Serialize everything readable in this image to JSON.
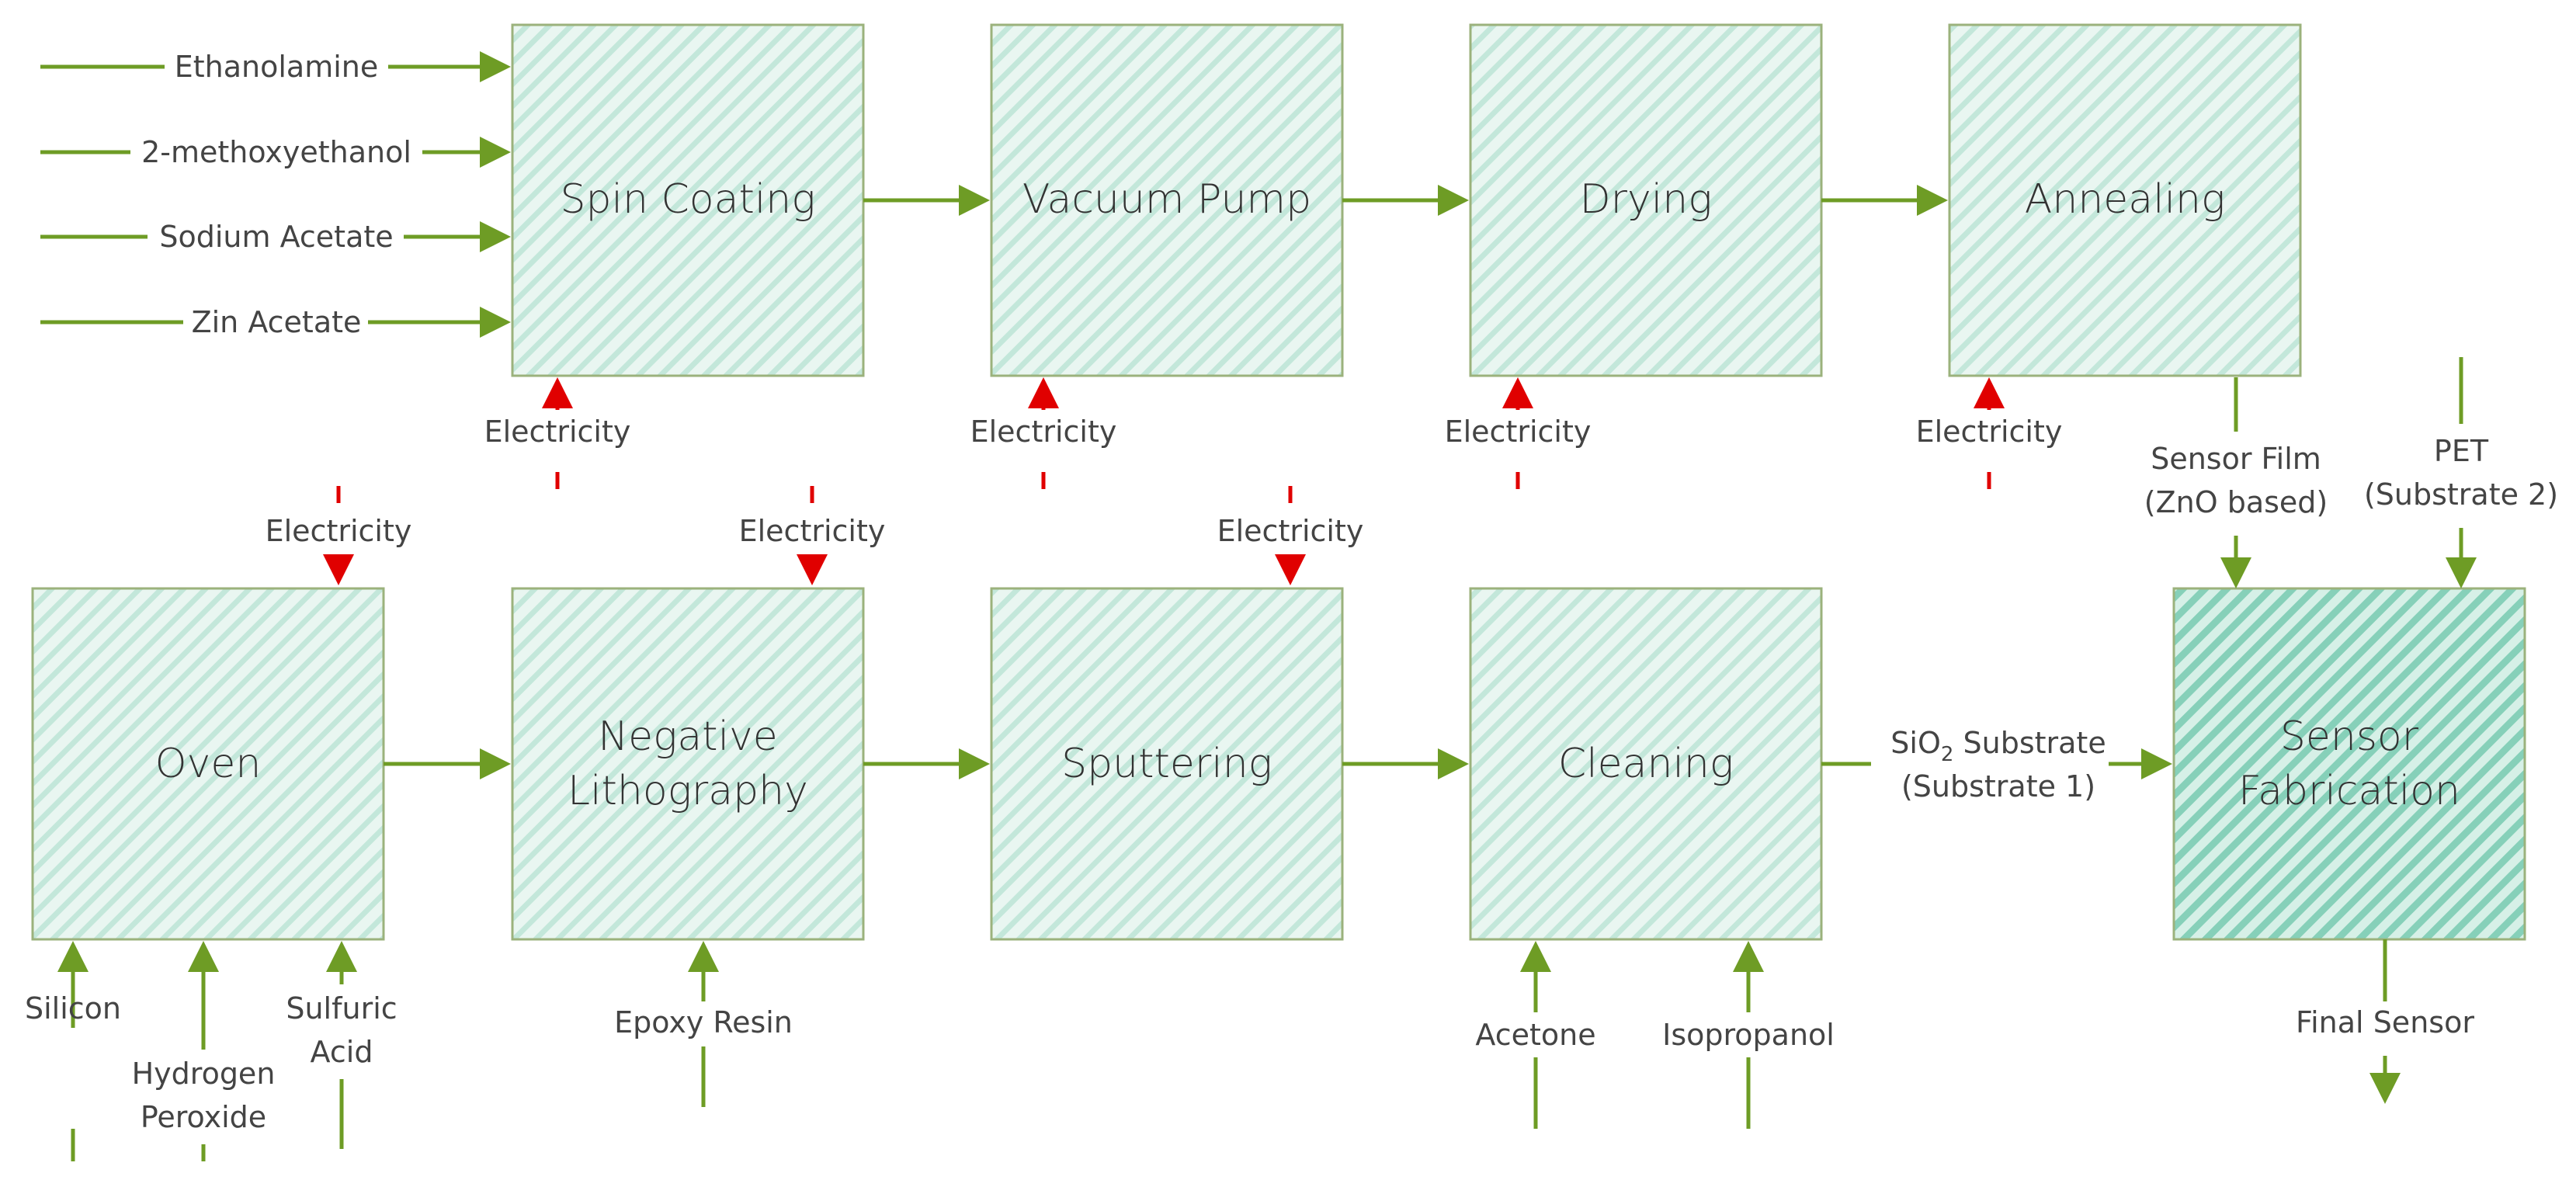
{
  "colors": {
    "flow_arrow": "#6e9c25",
    "energy_arrow": "#e00000",
    "box_border": "#8fae6b",
    "box_fill": "#e8f6f0",
    "box_hatch": "#bfe6d8",
    "final_box_hatch": "#7fd0b8"
  },
  "processes": {
    "spin_coating": "Spin Coating",
    "vacuum_pump": "Vacuum Pump",
    "drying": "Drying",
    "annealing": "Annealing",
    "oven": "Oven",
    "negative_lithography": [
      "Negative",
      "Lithography"
    ],
    "sputtering": "Sputtering",
    "cleaning": "Cleaning",
    "sensor_fabrication": [
      "Sensor",
      "Fabrication"
    ]
  },
  "inputs": {
    "ethanolamine": "Ethanolamine",
    "methoxyethanol": "2-methoxyethanol",
    "sodium_acetate": "Sodium Acetate",
    "zin_acetate": "Zin Acetate",
    "silicon": "Silicon",
    "hydrogen_peroxide": [
      "Hydrogen",
      "Peroxide"
    ],
    "sulfuric_acid": [
      "Sulfuric",
      "Acid"
    ],
    "epoxy_resin": "Epoxy Resin",
    "acetone": "Acetone",
    "isopropanol": "Isopropanol",
    "pet": [
      "PET",
      "(Substrate 2)"
    ]
  },
  "intermediates": {
    "sensor_film": [
      "Sensor Film",
      "(ZnO based)"
    ],
    "sio2_substrate": [
      "SiO",
      "2",
      " Substrate",
      "(Substrate 1)"
    ]
  },
  "outputs": {
    "final_sensor": "Final Sensor"
  },
  "energy": {
    "electricity": "Electricity"
  }
}
